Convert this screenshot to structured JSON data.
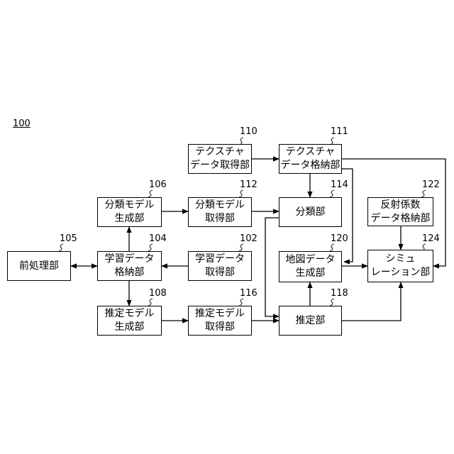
{
  "figure_label": "100",
  "blocks": {
    "b110": {
      "ref": "110",
      "lines": [
        "テクスチャ",
        "データ取得部"
      ]
    },
    "b111": {
      "ref": "111",
      "lines": [
        "テクスチャ",
        "データ格納部"
      ]
    },
    "b106": {
      "ref": "106",
      "lines": [
        "分類モデル",
        "生成部"
      ]
    },
    "b112": {
      "ref": "112",
      "lines": [
        "分類モデル",
        "取得部"
      ]
    },
    "b114": {
      "ref": "114",
      "lines": [
        "分類部"
      ]
    },
    "b122": {
      "ref": "122",
      "lines": [
        "反射係数",
        "データ格納部"
      ]
    },
    "b105": {
      "ref": "105",
      "lines": [
        "前処理部"
      ]
    },
    "b104": {
      "ref": "104",
      "lines": [
        "学習データ",
        "格納部"
      ]
    },
    "b102": {
      "ref": "102",
      "lines": [
        "学習データ",
        "取得部"
      ]
    },
    "b120": {
      "ref": "120",
      "lines": [
        "地図データ",
        "生成部"
      ]
    },
    "b124": {
      "ref": "124",
      "lines": [
        "シミュ",
        "レーション部"
      ]
    },
    "b108": {
      "ref": "108",
      "lines": [
        "推定モデル",
        "生成部"
      ]
    },
    "b116": {
      "ref": "116",
      "lines": [
        "推定モデル",
        "取得部"
      ]
    },
    "b118": {
      "ref": "118",
      "lines": [
        "推定部"
      ]
    }
  }
}
